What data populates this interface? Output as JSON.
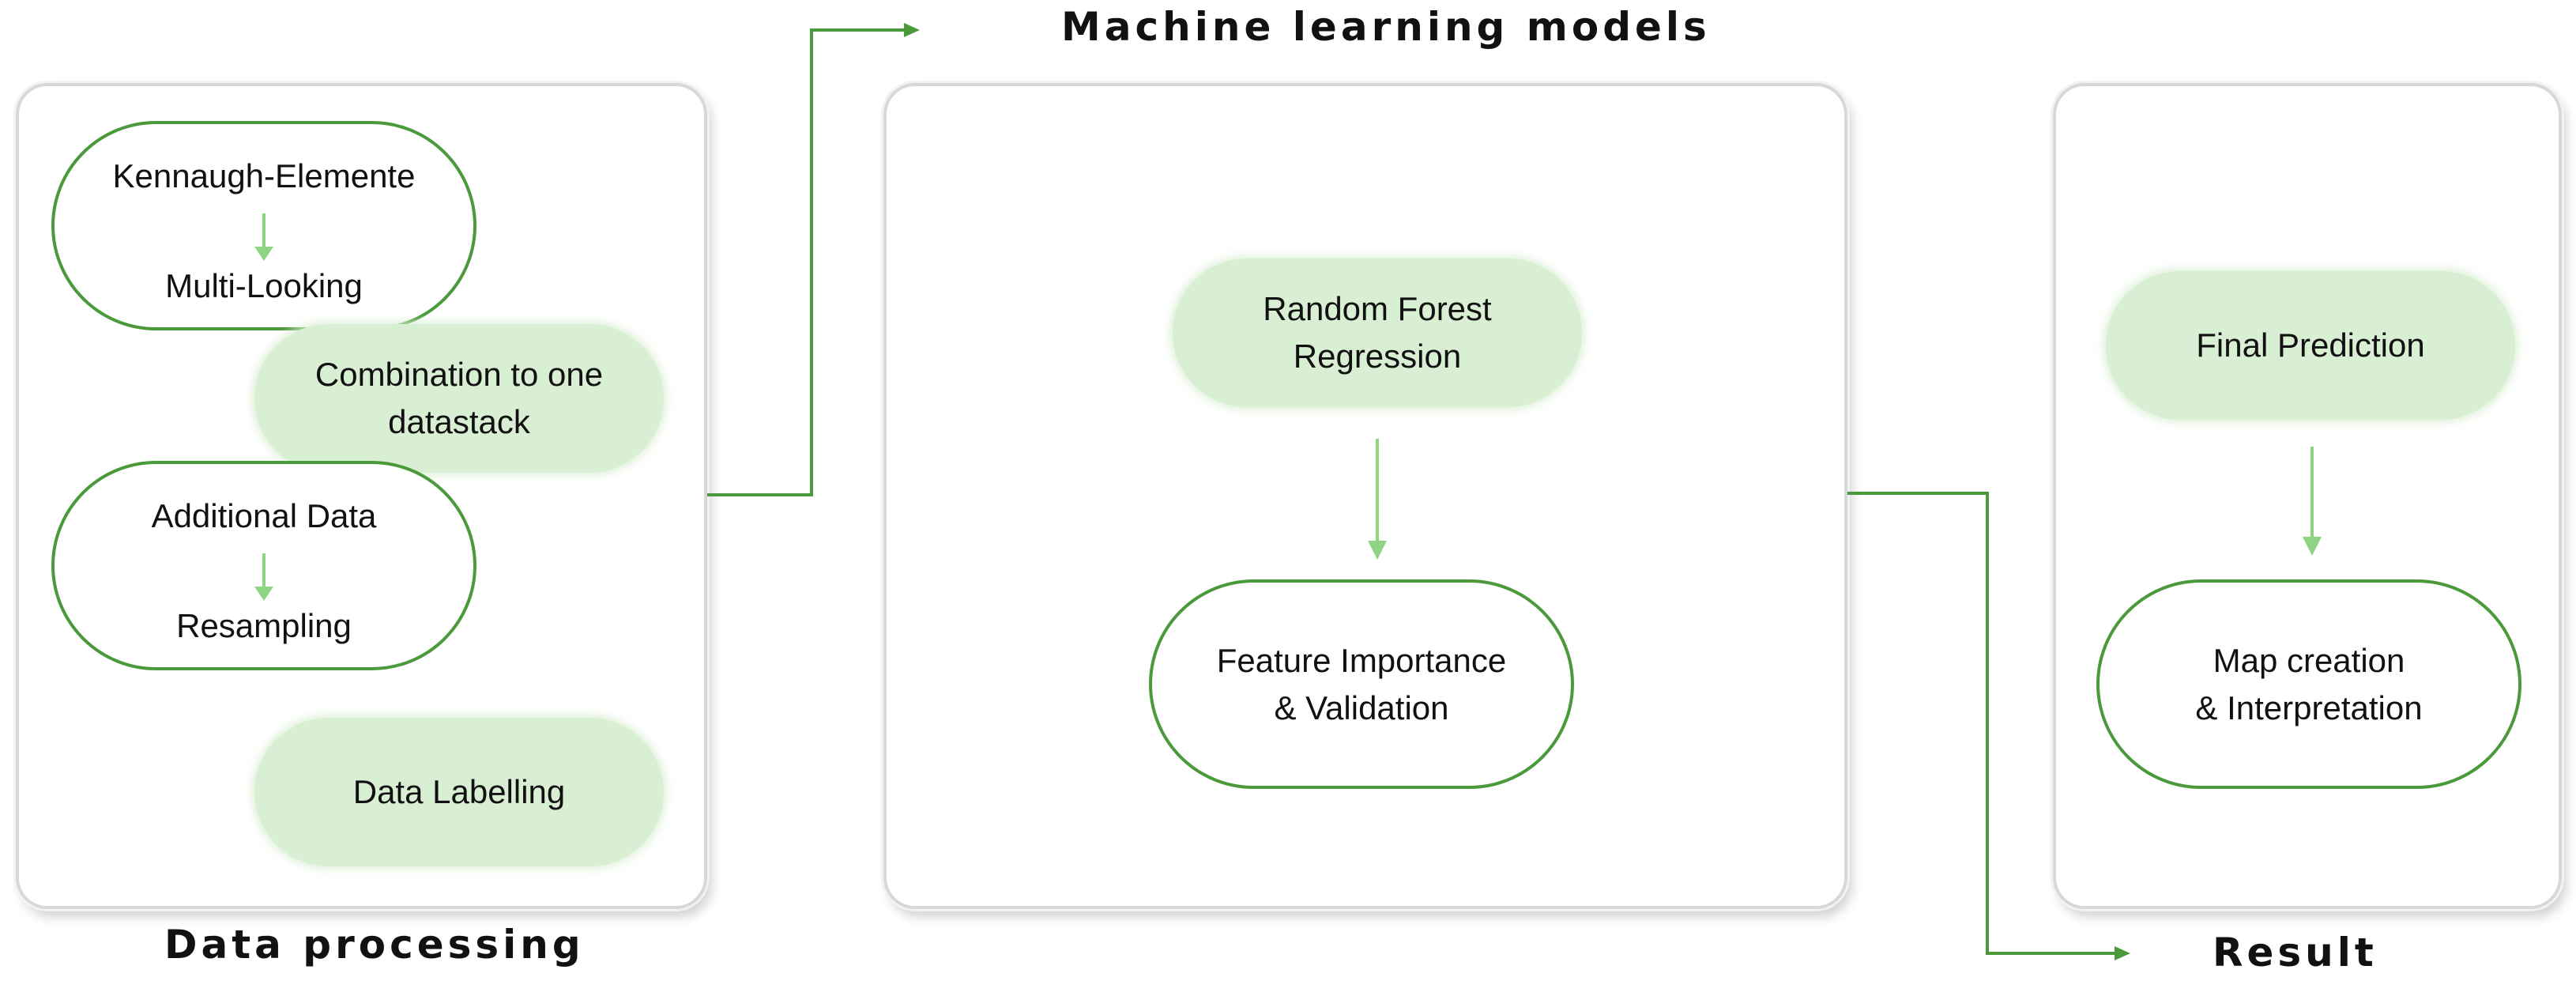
{
  "sections": {
    "data_processing": "Data processing",
    "ml_models": "Machine learning models",
    "result": "Result"
  },
  "data_processing": {
    "group1_top": "Kennaugh-Elemente",
    "group1_bottom": "Multi-Looking",
    "combination": "Combination to one datastack",
    "group2_top": "Additional Data",
    "group2_bottom": "Resampling",
    "labelling": "Data Labelling"
  },
  "ml_models": {
    "rf_line1": "Random Forest",
    "rf_line2": "Regression",
    "fi_line1": "Feature Importance",
    "fi_line2": "& Validation"
  },
  "result": {
    "final_prediction": "Final Prediction",
    "map_line1": "Map creation",
    "map_line2": "& Interpretation"
  },
  "colors": {
    "outline_green": "#4a9a3c",
    "fill_green": "#d9efd3",
    "arrow_light_green": "#8fd483",
    "connector_green": "#4a9a3c",
    "panel_border": "#d8d8d8"
  }
}
